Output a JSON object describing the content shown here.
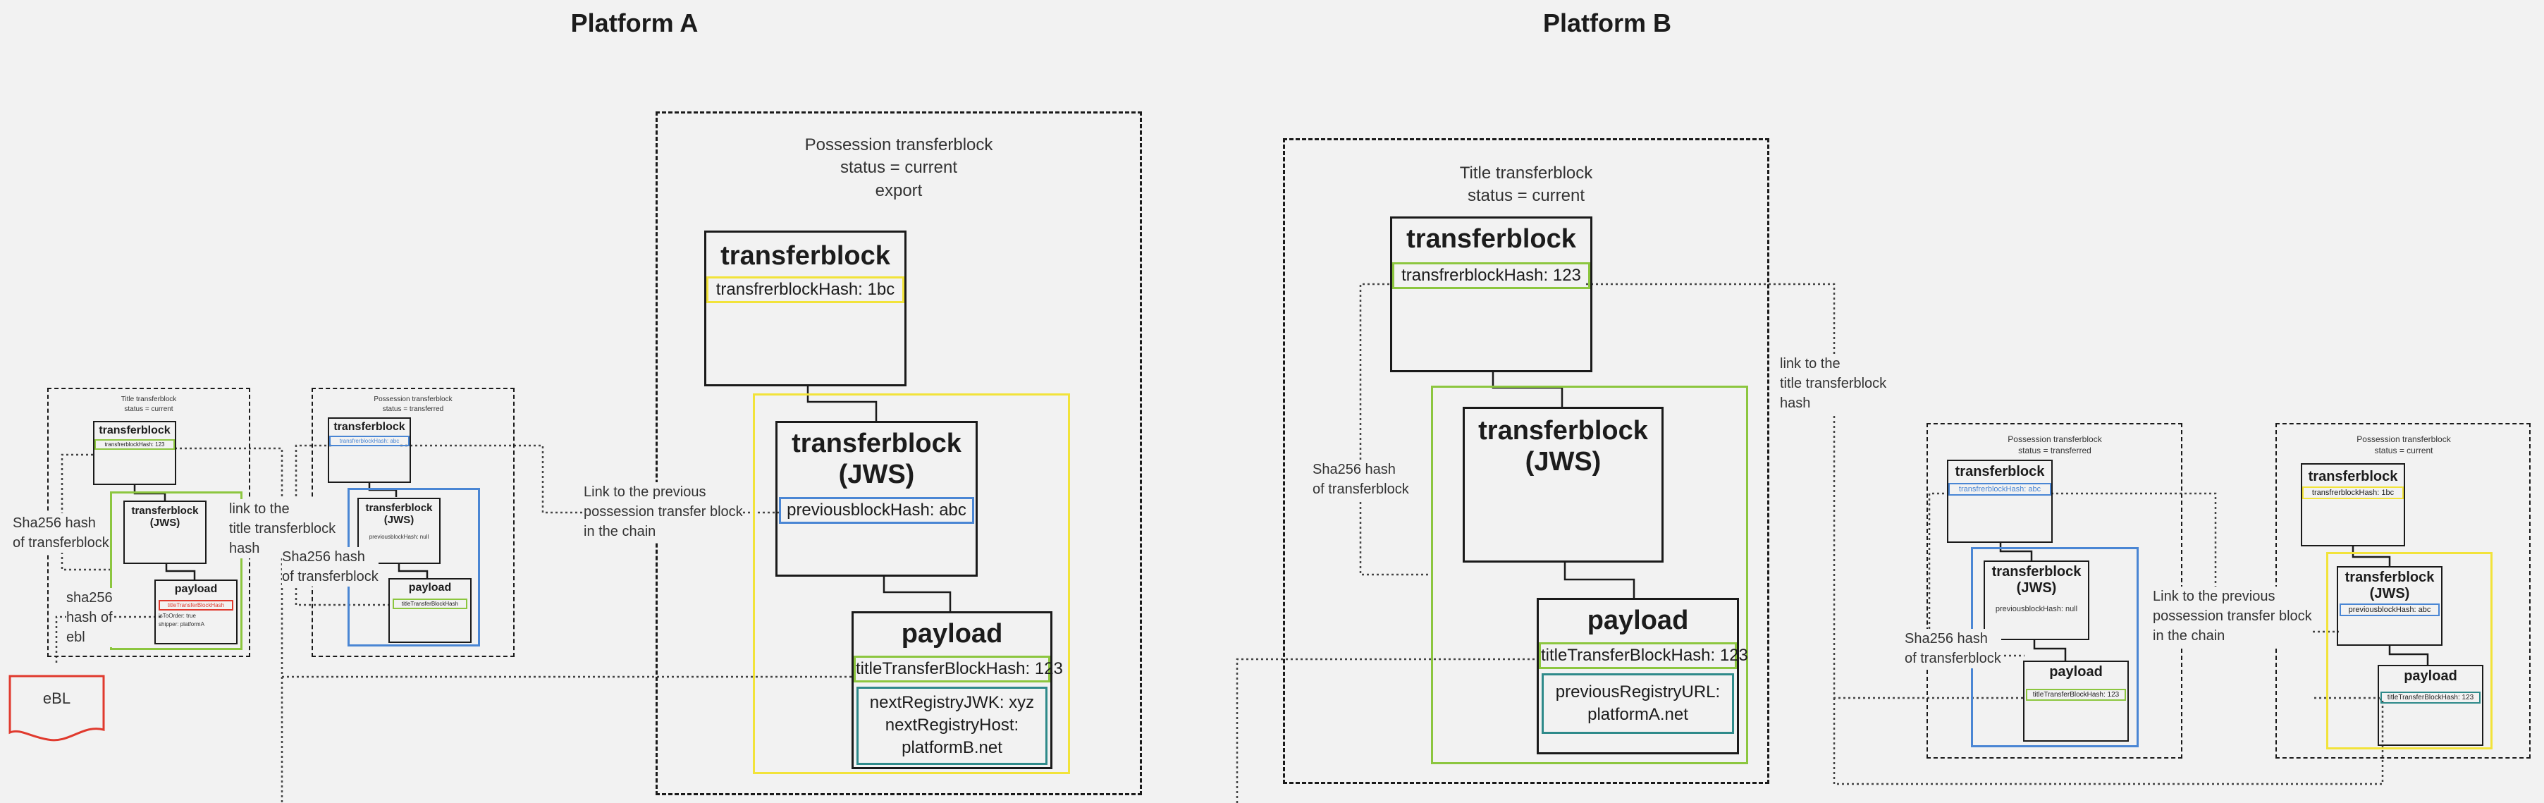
{
  "platforms": [
    {
      "title": "Platform A"
    },
    {
      "title": "Platform B"
    }
  ],
  "ebl_label": "eBL",
  "big_possession": {
    "caption": [
      "Possession transferblock",
      "status = current",
      "export"
    ],
    "outer_header": "transferblock",
    "outer_field": "transfrerblockHash: 1bc",
    "jws_header": [
      "transferblock",
      "(JWS)"
    ],
    "jws_field": "previousblockHash: abc",
    "payload_header": "payload",
    "payload_field": "titleTransferBlockHash: 123",
    "payload_extra": [
      "nextRegistryJWK: xyz",
      "nextRegistryHost:",
      "platformB.net"
    ]
  },
  "big_title": {
    "caption": [
      "Title transferblock",
      "status = current"
    ],
    "outer_header": "transferblock",
    "outer_field": "transfrerblockHash: 123",
    "jws_header": [
      "transferblock",
      "(JWS)"
    ],
    "payload_header": "payload",
    "payload_field": "titleTransferBlockHash: 123",
    "payload_extra": [
      "previousRegistryURL:",
      "platformA.net"
    ]
  },
  "small_title_a": {
    "caption": [
      "Title transferblock",
      "status = current"
    ],
    "outer_header": "transferblock",
    "outer_field": "transfrerblockHash: 123",
    "jws_header": [
      "transferblock",
      "(JWS)"
    ],
    "payload_header": "payload",
    "payload_field": "titleTransferBlockHash",
    "payload_extra": [
      "isToOrder: true",
      "shipper: platformA"
    ]
  },
  "small_possession_a": {
    "caption": [
      "Possession transferblock",
      "status = transferred"
    ],
    "outer_header": "transferblock",
    "outer_field": "transfrerblockHash: abc",
    "jws_header": [
      "transferblock",
      "(JWS)"
    ],
    "jws_field": "previousblockHash: null",
    "payload_header": "payload",
    "payload_field": "titleTransferBlockHash"
  },
  "small_possession_b1": {
    "caption": [
      "Possession transferblock",
      "status = transferred"
    ],
    "outer_header": "transferblock",
    "outer_field": "transfrerblockHash: abc",
    "jws_header": [
      "transferblock",
      "(JWS)"
    ],
    "jws_field": "previousblockHash: null",
    "payload_header": "payload",
    "payload_field": "titleTransferBlockHash: 123"
  },
  "small_possession_b2": {
    "caption": [
      "Possession transferblock",
      "status = current"
    ],
    "outer_header": "transferblock",
    "outer_field": "transfrerblockHash: 1bc",
    "jws_header": [
      "transferblock",
      "(JWS)"
    ],
    "jws_field": "previousblockHash: abc",
    "payload_header": "payload",
    "payload_field": "titleTransferBlockHash: 123"
  },
  "annotations": {
    "sha256_transferblock": [
      "Sha256 hash",
      "of transferblock"
    ],
    "sha256_ebl": [
      "sha256",
      "hash of",
      "ebl"
    ],
    "link_title": [
      "link to the",
      "title transferblock",
      "hash"
    ],
    "link_previous": [
      "Link to the previous",
      "possession transfer block",
      "in the chain"
    ]
  },
  "colors": {
    "green": "#8cc63f",
    "yellow": "#f2e33a",
    "blue": "#4a86d4",
    "teal": "#2e8a8a",
    "red": "#e03a2e",
    "dark": "#1a1a1a"
  }
}
